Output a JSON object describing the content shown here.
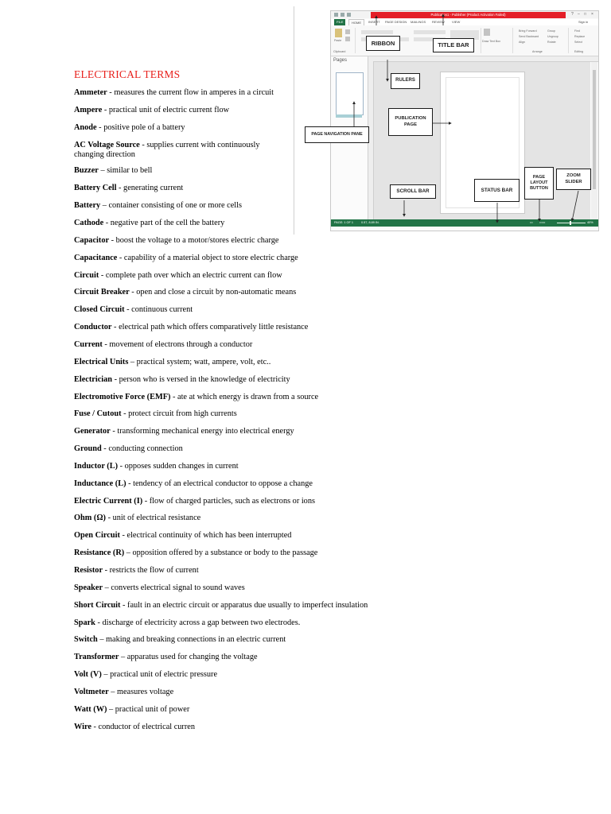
{
  "heading": "ELECTRICAL TERMS",
  "terms": [
    {
      "term": "Ammeter",
      "sep": " - ",
      "def": "measures the current flow in amperes in a circuit"
    },
    {
      "term": "Ampere",
      "sep": " - ",
      "def": "practical unit of electric current flow"
    },
    {
      "term": "Anode",
      "sep": " - ",
      "def": "positive pole of a battery"
    },
    {
      "term": "AC Voltage Source",
      "sep": " - ",
      "def": "supplies current with continuously changing direction"
    },
    {
      "term": "Buzzer",
      "sep": " – ",
      "def": "similar to bell"
    },
    {
      "term": "Battery Cell",
      "sep": " - ",
      "def": "generating current"
    },
    {
      "term": "Battery",
      "sep": " – ",
      "def": "container consisting of one or more cells"
    },
    {
      "term": "Cathode",
      "sep": " - ",
      "def": "negative part of the cell the battery"
    },
    {
      "term": "Capacitor",
      "sep": " - ",
      "def": "boost the voltage to a motor/stores electric charge"
    },
    {
      "term": "Capacitance",
      "sep": " - ",
      "def": "capability of a material object to store electric charge"
    },
    {
      "term": "Circuit",
      "sep": " - ",
      "def": "complete path over which an electric current can flow"
    },
    {
      "term": "Circuit Breaker",
      "sep": " - ",
      "def": "open and close a circuit by non-automatic means"
    },
    {
      "term": "Closed Circuit",
      "sep": " - ",
      "def": "continuous current"
    },
    {
      "term": "Conductor",
      "sep": " - ",
      "def": "electrical path which offers comparatively little resistance"
    },
    {
      "term": "Current",
      "sep": " - ",
      "def": "movement of electrons through a conductor"
    },
    {
      "term": "Electrical Units",
      "sep": " – ",
      "def": "practical system; watt, ampere, volt, etc.."
    },
    {
      "term": "Electrician",
      "sep": " - ",
      "def": "person who is versed in the knowledge of electricity"
    },
    {
      "term": "Electromotive Force (EMF)",
      "sep": " - ",
      "def": "ate at which energy is drawn from a source"
    },
    {
      "term": "Fuse / Cutout",
      "sep": " - ",
      "def": "protect circuit from high currents"
    },
    {
      "term": "Generator",
      "sep": " - ",
      "def": "transforming mechanical energy into electrical energy"
    },
    {
      "term": "Ground",
      "sep": " - ",
      "def": "conducting connection"
    },
    {
      "term": "Inductor (L)",
      "sep": " - ",
      "def": "opposes sudden changes in current"
    },
    {
      "term": "Inductance (L)",
      "sep": " - ",
      "def": "tendency of an electrical conductor to oppose a change"
    },
    {
      "term": "Electric Current (I)",
      "sep": " - ",
      "def": "flow of charged particles, such as electrons or ions"
    },
    {
      "term": "Ohm (Ω)",
      "sep": " - ",
      "def": "unit of electrical resistance"
    },
    {
      "term": "Open Circuit",
      "sep": " - ",
      "def": "electrical continuity of which has been interrupted"
    },
    {
      "term": "Resistance (R)",
      "sep": " – ",
      "def": "opposition offered by a substance or body to the passage"
    },
    {
      "term": "Resistor",
      "sep": " - ",
      "def": "restricts the flow of current"
    },
    {
      "term": "Speaker",
      "sep": " – ",
      "def": "converts electrical signal to sound waves"
    },
    {
      "term": "Short Circuit",
      "sep": " - ",
      "def": "fault in an electric circuit or apparatus due usually to imperfect insulation"
    },
    {
      "term": "Spark",
      "sep": " - ",
      "def": "discharge of electricity across a gap between two electrodes."
    },
    {
      "term": "Switch",
      "sep": " – ",
      "def": "making and breaking connections in an electric current"
    },
    {
      "term": "Transformer",
      "sep": " – ",
      "def": "apparatus used for changing the voltage"
    },
    {
      "term": "Volt (V)",
      "sep": " – ",
      "def": "practical unit of electric pressure"
    },
    {
      "term": "Voltmeter",
      "sep": " – ",
      "def": "measures voltage"
    },
    {
      "term": "Watt (W)",
      "sep": " – ",
      "def": "practical unit of power"
    },
    {
      "term": "Wire",
      "sep": " - ",
      "def": "conductor of electrical curren"
    }
  ],
  "figure": {
    "window_title": "Publication1 - Publisher (Product Activation Failed)",
    "sign_in": "Sign in",
    "tabs": [
      "FILE",
      "HOME",
      "INSERT",
      "PAGE DESIGN",
      "MAILINGS",
      "REVIEW",
      "VIEW"
    ],
    "ribbon_labels": [
      "Paste",
      "Clipboard",
      "Draw Text Box",
      "Bring Forward",
      "Send Backward",
      "Align",
      "Group",
      "Ungroup",
      "Rotate",
      "Find",
      "Replace",
      "Select",
      "Arrange",
      "Editing"
    ],
    "pages_label": "Pages",
    "status_left": "PAGE: 1 OF 1",
    "status_pos": "0.57, 8.89 IN.",
    "zoom": "40%",
    "callouts": {
      "ribbon": "RIBBON",
      "title_bar": "TITLE BAR",
      "rulers": "RULERS",
      "publication_page": "PUBLICATION PAGE",
      "page_navigation_pane": "PAGE NAVIGATION PANE",
      "scroll_bar": "SCROLL BAR",
      "status_bar": "STATUS BAR",
      "page_layout_button": "PAGE LAYOUT BUTTON",
      "zoom_slider": "ZOOM SLIDER"
    }
  }
}
